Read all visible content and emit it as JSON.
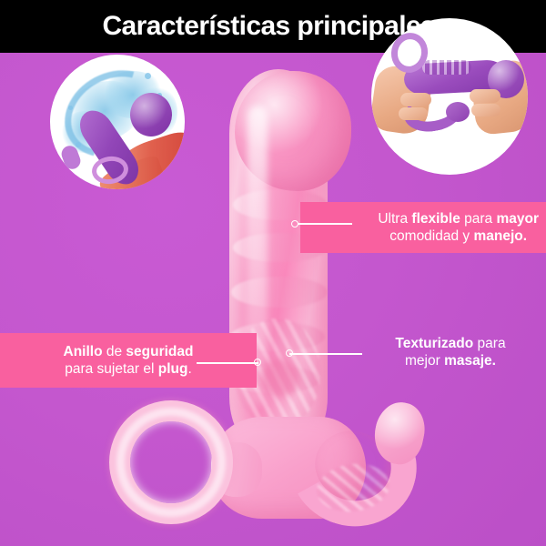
{
  "header": {
    "title": "Características principales:",
    "background_color": "#000000",
    "text_color": "#ffffff"
  },
  "theme": {
    "background_purple": "#c457ce",
    "band_pink": "#f9609f",
    "product_pink": "#f993c2",
    "accent_white": "#ffffff"
  },
  "callouts": [
    {
      "id": "flexible",
      "has_band": true,
      "line1_pre": "Ultra ",
      "line1_bold1": "flexible",
      "line1_mid": " para ",
      "line1_bold2": "mayor",
      "line2_pre": "comodidad y ",
      "line2_bold": "manejo.",
      "full_text": "Ultra flexible para mayor comodidad y manejo."
    },
    {
      "id": "anillo",
      "has_band": true,
      "line1_bold1": "Anillo",
      "line1_mid": " de ",
      "line1_bold2": "seguridad",
      "line2_pre": "para sujetar el ",
      "line2_bold": "plug",
      "line2_post": ".",
      "full_text": "Anillo de seguridad para sujetar el plug."
    },
    {
      "id": "texturizado",
      "has_band": false,
      "line1_bold1": "Texturizado",
      "line1_mid": " para",
      "line2_pre": "mejor ",
      "line2_bold": "masaje.",
      "full_text": "Texturizado para mejor masaje."
    }
  ],
  "insets": [
    {
      "id": "water-cleaning",
      "description": "water-splash-icon",
      "alt": "Producto morado con salpicadura de agua"
    },
    {
      "id": "hands-flexing",
      "description": "hands-flexing-icon",
      "alt": "Manos doblando el producto morado"
    }
  ],
  "product": {
    "name": "plug-with-ring",
    "parts": [
      "shaft",
      "textured-ridges",
      "safety-ring",
      "secondary-arm"
    ]
  }
}
